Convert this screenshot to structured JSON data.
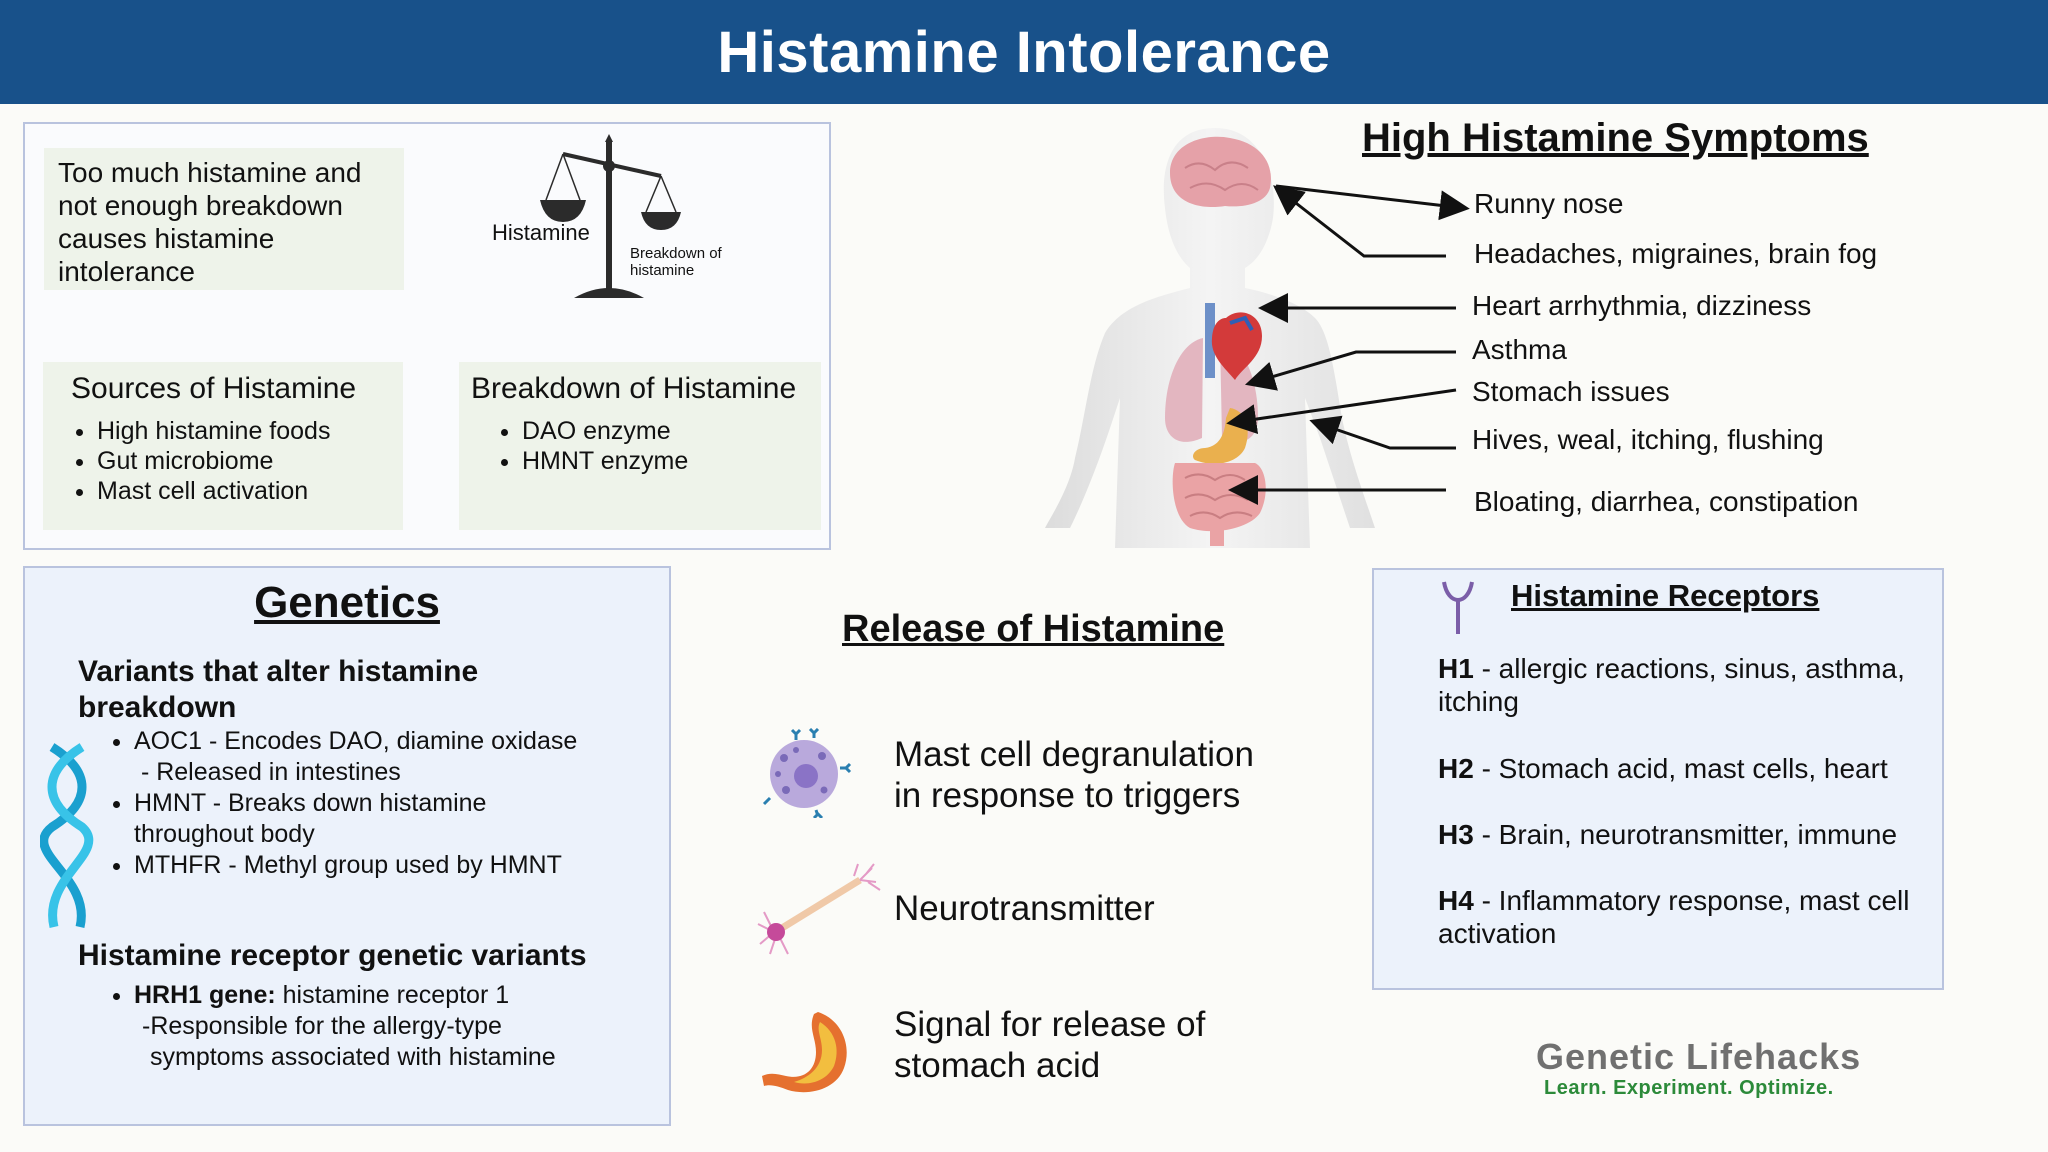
{
  "title": "Histamine Intolerance",
  "intro": {
    "lines": [
      "Too much histamine and",
      "not enough breakdown",
      "causes histamine",
      "intolerance"
    ]
  },
  "scale": {
    "left_label": "Histamine",
    "right_label_1": "Breakdown of",
    "right_label_2": "histamine"
  },
  "sources": {
    "heading": "Sources of Histamine",
    "items": [
      "High histamine foods",
      "Gut microbiome",
      "Mast cell activation"
    ]
  },
  "breakdown": {
    "heading": "Breakdown of Histamine",
    "items": [
      "DAO enzyme",
      "HMNT enzyme"
    ]
  },
  "symptoms": {
    "heading": "High Histamine Symptoms",
    "items": [
      "Runny nose",
      "Headaches, migraines, brain fog",
      "Heart arrhythmia, dizziness",
      "Asthma",
      "Stomach issues",
      "Hives, weal, itching, flushing",
      "Bloating, diarrhea, constipation"
    ]
  },
  "genetics": {
    "heading": "Genetics",
    "sub1_line1": "Variants that alter histamine",
    "sub1_line2": "breakdown",
    "items": [
      {
        "line1": "AOC1 - Encodes DAO, diamine oxidase",
        "line2": " - Released in intestines"
      },
      {
        "line1": "HMNT - Breaks down histamine",
        "line2": "throughout body"
      },
      {
        "line1": "MTHFR - Methyl group used by HMNT",
        "line2": ""
      }
    ],
    "sub2": "Histamine receptor genetic variants",
    "hrh1_bold": "HRH1 gene:",
    "hrh1_rest": " histamine receptor 1",
    "hrh1_line2": "-Responsible for the allergy-type",
    "hrh1_line3": "symptoms associated with histamine"
  },
  "release": {
    "heading": "Release of Histamine",
    "items": [
      {
        "line1": "Mast cell degranulation",
        "line2": "in response to triggers"
      },
      {
        "line1": "Neurotransmitter",
        "line2": ""
      },
      {
        "line1": "Signal for release of",
        "line2": "stomach acid"
      }
    ]
  },
  "receptors": {
    "heading": "Histamine Receptors",
    "items": [
      {
        "code": "H1",
        "text": " - allergic reactions, sinus, asthma,",
        "text2": "itching"
      },
      {
        "code": "H2",
        "text": " - Stomach acid, mast cells, heart",
        "text2": ""
      },
      {
        "code": "H3",
        "text": " - Brain, neurotransmitter, immune",
        "text2": ""
      },
      {
        "code": "H4",
        "text": " - Inflammatory response, mast cell",
        "text2": "activation"
      }
    ]
  },
  "logo": {
    "name": "Genetic Lifehacks",
    "tagline": "Learn. Experiment. Optimize."
  },
  "colors": {
    "header": "#18518a",
    "panel_blue": "#ecf2fb",
    "panel_green": "#eef3ea",
    "logo_green": "#2c8a3a"
  },
  "icons": [
    "balance-scale-icon",
    "human-body-icon",
    "dna-helix-icon",
    "mast-cell-icon",
    "neuron-icon",
    "stomach-icon",
    "receptor-icon"
  ]
}
